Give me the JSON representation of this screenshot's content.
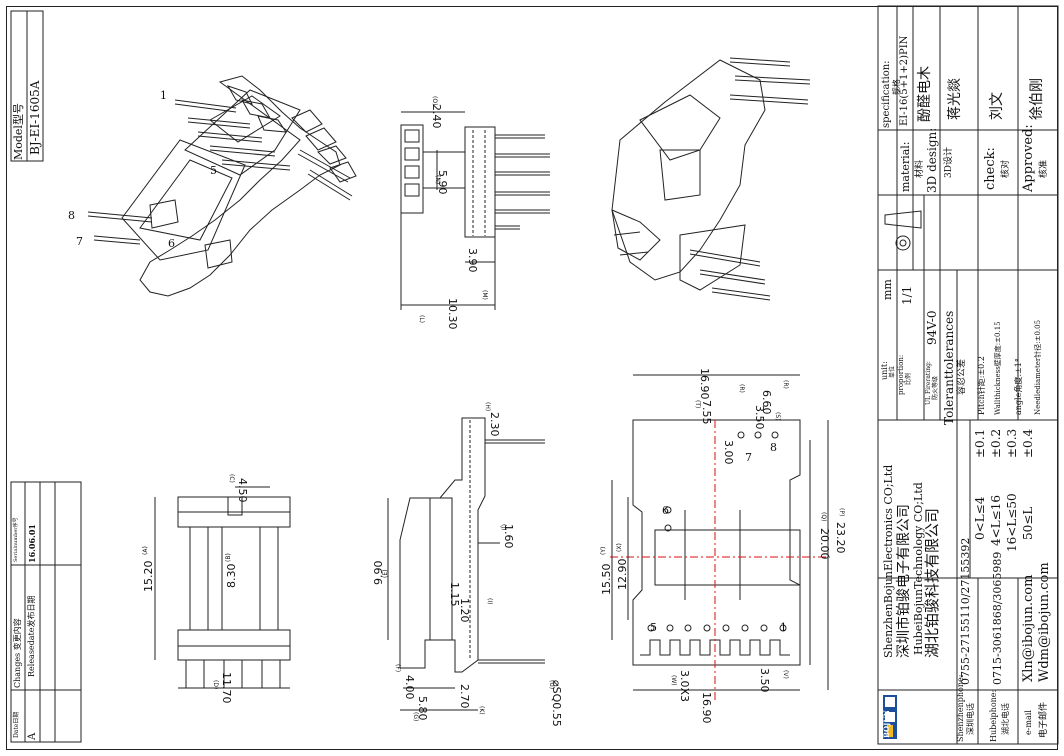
{
  "model": {
    "label": "Model型号",
    "value": "BJ-EI-1605A"
  },
  "changes": {
    "header_serial": "Serialnumber序号",
    "header_content": "Changes 变更内容",
    "header_date": "Date日期",
    "rows": [
      {
        "serial": "A",
        "content": "Releasedate发布日期",
        "date": "16.06.01"
      }
    ]
  },
  "title_block": {
    "specification_label": "specification:",
    "specification_cn": "规格",
    "specification_value": "EI-16(5+1+2)PIN",
    "material_label": "material:",
    "material_cn": "材料",
    "material_value": "酚醛电木",
    "design_label": "3D design:",
    "design_cn": "3D设计",
    "design_value": "蒋光燚",
    "check_label": "check:",
    "check_cn": "核对",
    "check_value": "刘文",
    "approved_label": "Approved:",
    "approved_cn": "核准",
    "approved_value": "徐伯刚",
    "unit_label": "unit:",
    "unit_cn": "单位",
    "unit_value": "mm",
    "proportion_label": "proportion:",
    "proportion_cn": "比例",
    "proportion_value": "1/1",
    "fire_label": "UL Firerating:",
    "fire_cn": "防火等级",
    "fire_value": "94V-0",
    "tol_title": "Toleranttolerances",
    "tol_cn": "容忍公差",
    "tol_rows": [
      {
        "range": "0<L≤4",
        "value": "±0.1"
      },
      {
        "range": "4<L≤16",
        "value": "±0.2"
      },
      {
        "range": "16<L≤50",
        "value": "±0.3"
      },
      {
        "range": "50≤L",
        "value": "±0.4"
      }
    ],
    "tol_notes": [
      "Pitch针距:±0.2",
      "Wallthickness壁厚度:±0.15",
      "angle角度:±1°",
      "Needlediameter针径:±0.05"
    ],
    "company_en1": "ShenzhenBojunElectronics CO;Ltd",
    "company_cn1": "深圳市铂骏电子有限公司",
    "company_en2": "HubeiBojunTechnology CO;Ltd",
    "company_cn2": "湖北铂骏科技有限公司",
    "brand": "BOJUN",
    "sz_phone_label": "Shenzhenphone:",
    "sz_phone_cn": "深圳电话",
    "sz_phone": "0755-27155110/27155392",
    "hb_phone_label": "Hubeiphone:",
    "hb_phone_cn": "湖北电话",
    "hb_phone": "0715-3061868/3065989",
    "email_label": "e-mail",
    "email_cn": "电子邮件",
    "email1": "Xln@ibojun.com",
    "email2": "Wdm@ibojun.com"
  },
  "dims": {
    "d240": "2.40",
    "l240": "(O)",
    "d590": "5.90",
    "l590": "(N)",
    "d390": "3.90",
    "l390": "(M)",
    "d1030": "10.30",
    "l1030": "(L)",
    "d450": "4.50",
    "l450": "(C)",
    "d1520": "15.20",
    "l1520": "(A)",
    "d830": "8.30",
    "l830": "(B)",
    "d1170": "11.70",
    "l1170": "(D)",
    "d230": "2.30",
    "l230": "(H)",
    "d160": "1.60",
    "l160": "(J)",
    "d990": "9.90",
    "l990": "(E)",
    "d115": "1.15",
    "d120": "1.20",
    "l120": "(I)",
    "d400": "4.00",
    "l400": "(F)",
    "d270": "2.70",
    "l270": "(K)",
    "d580": "5.80",
    "l580": "(G)",
    "dpin": "⌀SQ0.55",
    "lpin": "(U)",
    "d1690a": "16.90",
    "l1690a": "(R)",
    "d755": "7.55",
    "l755": "(T)",
    "d660": "6.60",
    "l660": "(R)",
    "d350a": "3.50",
    "l350a": "(S)",
    "d300": "3.00",
    "d1550": "15.50",
    "l1550": "(Y)",
    "d1290": "12.90",
    "l1290": "(X)",
    "d2000": "20.00",
    "l2000": "(Q)",
    "d2320": "23.20",
    "l2320": "(P)",
    "d3x3": "3.0X3",
    "l3x3": "(W)",
    "d350b": "3.50",
    "l350b": "(V)",
    "d1690b": "16.90"
  },
  "pins": {
    "p1": "1",
    "p5": "5",
    "p6": "6",
    "p7": "7",
    "p8": "8"
  }
}
